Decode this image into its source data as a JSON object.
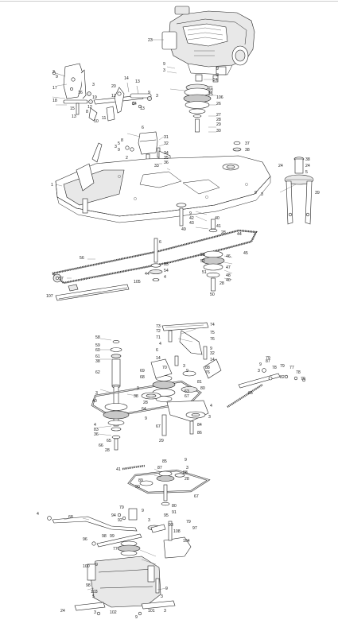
{
  "diagram": {
    "callouts": [
      {
        "id": "c23a",
        "label": "23"
      },
      {
        "id": "c9a",
        "label": "9"
      },
      {
        "id": "c3a",
        "label": "3"
      },
      {
        "id": "c24a",
        "label": "24"
      },
      {
        "id": "c9b",
        "label": "9"
      },
      {
        "id": "c3b",
        "label": "3"
      },
      {
        "id": "c21",
        "label": "21"
      },
      {
        "id": "c22",
        "label": "22"
      },
      {
        "id": "c25",
        "label": "25"
      },
      {
        "id": "c106",
        "label": "106"
      },
      {
        "id": "c26",
        "label": "26"
      },
      {
        "id": "c27",
        "label": "27"
      },
      {
        "id": "c28a",
        "label": "28"
      },
      {
        "id": "c29a",
        "label": "29"
      },
      {
        "id": "c30",
        "label": "30"
      },
      {
        "id": "c3c",
        "label": "3"
      },
      {
        "id": "c9c",
        "label": "9"
      },
      {
        "id": "c17",
        "label": "17"
      },
      {
        "id": "c16",
        "label": "16"
      },
      {
        "id": "c15",
        "label": "15"
      },
      {
        "id": "c3d",
        "label": "3"
      },
      {
        "id": "c18",
        "label": "18"
      },
      {
        "id": "c19",
        "label": "19"
      },
      {
        "id": "c20",
        "label": "20"
      },
      {
        "id": "c14a",
        "label": "14"
      },
      {
        "id": "c13a",
        "label": "13"
      },
      {
        "id": "c9d",
        "label": "9"
      },
      {
        "id": "c3e",
        "label": "3"
      },
      {
        "id": "c12a",
        "label": "12"
      },
      {
        "id": "c12b",
        "label": "12"
      },
      {
        "id": "c14b",
        "label": "14"
      },
      {
        "id": "c13b",
        "label": "13"
      },
      {
        "id": "c8a",
        "label": "8"
      },
      {
        "id": "c13c",
        "label": "13"
      },
      {
        "id": "c10",
        "label": "10"
      },
      {
        "id": "c11",
        "label": "11"
      },
      {
        "id": "c6a",
        "label": "6"
      },
      {
        "id": "c31",
        "label": "31"
      },
      {
        "id": "c8b",
        "label": "8"
      },
      {
        "id": "c32a",
        "label": "32"
      },
      {
        "id": "c5a",
        "label": "5"
      },
      {
        "id": "c9e",
        "label": "9"
      },
      {
        "id": "c3f",
        "label": "3"
      },
      {
        "id": "c2",
        "label": "2"
      },
      {
        "id": "c34",
        "label": "34"
      },
      {
        "id": "c35",
        "label": "35"
      },
      {
        "id": "c36",
        "label": "36"
      },
      {
        "id": "c33",
        "label": "33"
      },
      {
        "id": "c37",
        "label": "37"
      },
      {
        "id": "c38a",
        "label": "38"
      },
      {
        "id": "c38b",
        "label": "38"
      },
      {
        "id": "c24b",
        "label": "24"
      },
      {
        "id": "c24c",
        "label": "24"
      },
      {
        "id": "c5b",
        "label": "5"
      },
      {
        "id": "c39",
        "label": "39"
      },
      {
        "id": "c1",
        "label": "1"
      },
      {
        "id": "c9f",
        "label": "9"
      },
      {
        "id": "c3g",
        "label": "3"
      },
      {
        "id": "c9g",
        "label": "9"
      },
      {
        "id": "c42",
        "label": "42"
      },
      {
        "id": "c43",
        "label": "43"
      },
      {
        "id": "c49",
        "label": "49"
      },
      {
        "id": "c40a",
        "label": "40"
      },
      {
        "id": "c41",
        "label": "41"
      },
      {
        "id": "c28b",
        "label": "28"
      },
      {
        "id": "c44",
        "label": "44"
      },
      {
        "id": "c45",
        "label": "45"
      },
      {
        "id": "c6b",
        "label": "6"
      },
      {
        "id": "c56",
        "label": "56"
      },
      {
        "id": "c53",
        "label": "53"
      },
      {
        "id": "c46",
        "label": "46"
      },
      {
        "id": "c52",
        "label": "52"
      },
      {
        "id": "c47",
        "label": "47"
      },
      {
        "id": "c51",
        "label": "51"
      },
      {
        "id": "c48",
        "label": "48"
      },
      {
        "id": "c40b",
        "label": "40"
      },
      {
        "id": "c28c",
        "label": "28"
      },
      {
        "id": "c55",
        "label": "55"
      },
      {
        "id": "c54",
        "label": "54"
      },
      {
        "id": "c4a",
        "label": "4"
      },
      {
        "id": "c57",
        "label": "57"
      },
      {
        "id": "c44b",
        "label": "44"
      },
      {
        "id": "c105",
        "label": "105"
      },
      {
        "id": "c50",
        "label": "50"
      },
      {
        "id": "c107",
        "label": "107"
      },
      {
        "id": "c73",
        "label": "73"
      },
      {
        "id": "c74",
        "label": "74"
      },
      {
        "id": "c72",
        "label": "72"
      },
      {
        "id": "c75",
        "label": "75"
      },
      {
        "id": "c71",
        "label": "71"
      },
      {
        "id": "c76",
        "label": "76"
      },
      {
        "id": "c4b",
        "label": "4"
      },
      {
        "id": "c9h",
        "label": "9"
      },
      {
        "id": "c6c",
        "label": "6"
      },
      {
        "id": "c32b",
        "label": "32"
      },
      {
        "id": "c14c",
        "label": "14"
      },
      {
        "id": "c14d",
        "label": "14"
      },
      {
        "id": "c58",
        "label": "58"
      },
      {
        "id": "c59",
        "label": "59"
      },
      {
        "id": "c60",
        "label": "60"
      },
      {
        "id": "c61",
        "label": "61"
      },
      {
        "id": "c38c",
        "label": "38"
      },
      {
        "id": "c62a",
        "label": "62"
      },
      {
        "id": "c70",
        "label": "70"
      },
      {
        "id": "c69",
        "label": "69"
      },
      {
        "id": "c68",
        "label": "68"
      },
      {
        "id": "c3h",
        "label": "3"
      },
      {
        "id": "c9i",
        "label": "9"
      },
      {
        "id": "c88a",
        "label": "88"
      },
      {
        "id": "c76b",
        "label": "76"
      },
      {
        "id": "c9j",
        "label": "9"
      },
      {
        "id": "c3i",
        "label": "3"
      },
      {
        "id": "c78",
        "label": "78"
      },
      {
        "id": "c79a",
        "label": "79"
      },
      {
        "id": "c77",
        "label": "77"
      },
      {
        "id": "c78b",
        "label": "78"
      },
      {
        "id": "c79b",
        "label": "79"
      },
      {
        "id": "c3j",
        "label": "3"
      },
      {
        "id": "c9k",
        "label": "9"
      },
      {
        "id": "c63",
        "label": "63"
      },
      {
        "id": "c38d",
        "label": "38"
      },
      {
        "id": "c81",
        "label": "81"
      },
      {
        "id": "c67a",
        "label": "67"
      },
      {
        "id": "c80",
        "label": "80"
      },
      {
        "id": "c40c",
        "label": "40"
      },
      {
        "id": "c28d",
        "label": "28"
      },
      {
        "id": "c64",
        "label": "64"
      },
      {
        "id": "c4c",
        "label": "4"
      },
      {
        "id": "c65",
        "label": "65"
      },
      {
        "id": "c82",
        "label": "82"
      },
      {
        "id": "c87a",
        "label": "87"
      },
      {
        "id": "c79c",
        "label": "79"
      },
      {
        "id": "c3k",
        "label": "3"
      },
      {
        "id": "c9l",
        "label": "9"
      },
      {
        "id": "c67b",
        "label": "67"
      },
      {
        "id": "c84",
        "label": "84"
      },
      {
        "id": "c86",
        "label": "86"
      },
      {
        "id": "c4d",
        "label": "4"
      },
      {
        "id": "c83",
        "label": "83"
      },
      {
        "id": "c36b",
        "label": "36"
      },
      {
        "id": "c65b",
        "label": "65"
      },
      {
        "id": "c66",
        "label": "66"
      },
      {
        "id": "c28e",
        "label": "28"
      },
      {
        "id": "c29b",
        "label": "29"
      },
      {
        "id": "c41b",
        "label": "41"
      },
      {
        "id": "c85",
        "label": "85"
      },
      {
        "id": "c87b",
        "label": "87"
      },
      {
        "id": "c3l",
        "label": "3"
      },
      {
        "id": "c9m",
        "label": "9"
      },
      {
        "id": "c89",
        "label": "89"
      },
      {
        "id": "c88b",
        "label": "88"
      },
      {
        "id": "c90",
        "label": "90"
      },
      {
        "id": "c28f",
        "label": "28"
      },
      {
        "id": "c67c",
        "label": "67"
      },
      {
        "id": "c80b",
        "label": "80"
      },
      {
        "id": "c91",
        "label": "91"
      },
      {
        "id": "c4e",
        "label": "4"
      },
      {
        "id": "c68b",
        "label": "68"
      },
      {
        "id": "c79d",
        "label": "79"
      },
      {
        "id": "c94",
        "label": "94"
      },
      {
        "id": "c92",
        "label": "92"
      },
      {
        "id": "c9n",
        "label": "9"
      },
      {
        "id": "c93",
        "label": "93"
      },
      {
        "id": "c3m",
        "label": "3"
      },
      {
        "id": "c95",
        "label": "95"
      },
      {
        "id": "c96",
        "label": "96"
      },
      {
        "id": "c98",
        "label": "98"
      },
      {
        "id": "c79e",
        "label": "79"
      },
      {
        "id": "c97",
        "label": "97"
      },
      {
        "id": "c99",
        "label": "99"
      },
      {
        "id": "c77b",
        "label": "77"
      },
      {
        "id": "c108",
        "label": "108"
      },
      {
        "id": "c104",
        "label": "104"
      },
      {
        "id": "c9o",
        "label": "9"
      },
      {
        "id": "c100",
        "label": "100"
      },
      {
        "id": "c98b",
        "label": "98"
      },
      {
        "id": "c103",
        "label": "103"
      },
      {
        "id": "c5c",
        "label": "5"
      },
      {
        "id": "c9p",
        "label": "9"
      },
      {
        "id": "c3n",
        "label": "3"
      },
      {
        "id": "c24d",
        "label": "24"
      },
      {
        "id": "c3o",
        "label": "3"
      },
      {
        "id": "c102",
        "label": "102"
      },
      {
        "id": "c9q",
        "label": "9"
      },
      {
        "id": "c101",
        "label": "101"
      },
      {
        "id": "c3p",
        "label": "3"
      },
      {
        "id": "c5d",
        "label": "5"
      },
      {
        "id": "c3q",
        "label": "3"
      }
    ]
  }
}
